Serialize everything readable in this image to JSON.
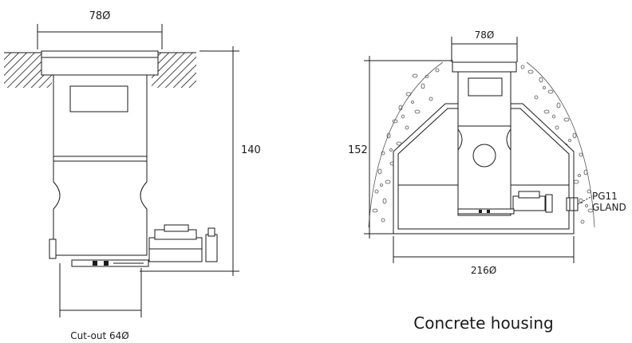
{
  "left_drawing": {
    "top_width_label": "78Ø",
    "height_label": "140",
    "cutout_label": "Cut-out 64Ø"
  },
  "right_drawing": {
    "top_width_label": "78Ø",
    "height_label": "152",
    "base_width_label": "216Ø",
    "gland_label_line1": "PG11",
    "gland_label_line2": "GLAND",
    "caption": "Concrete housing"
  }
}
